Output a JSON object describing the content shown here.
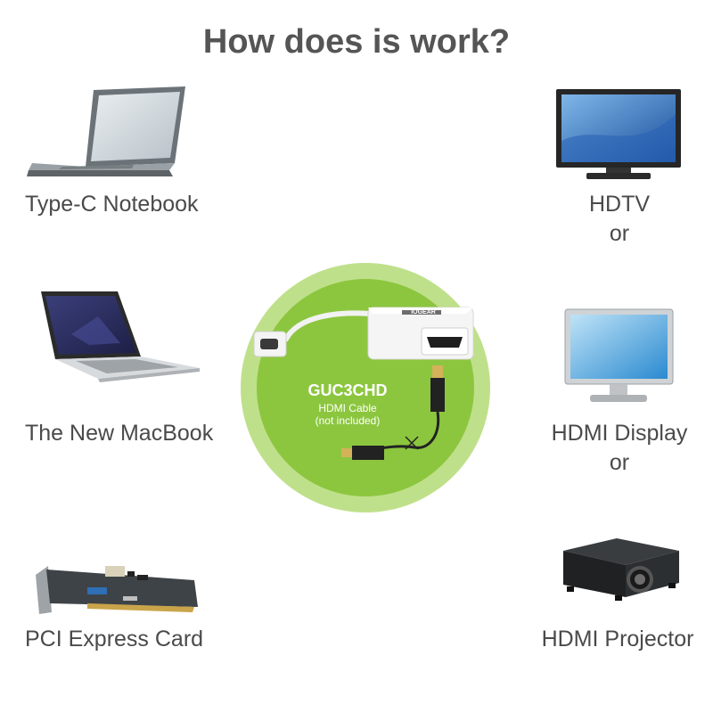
{
  "title": "How does is work?",
  "left_devices": [
    {
      "label": "Type-C Notebook",
      "icon": "laptop-icon"
    },
    {
      "label": "The New MacBook",
      "icon": "macbook-icon"
    },
    {
      "label": "PCI Express Card",
      "icon": "pci-card-icon"
    }
  ],
  "right_devices": [
    {
      "label": "HDTV",
      "suffix": "or",
      "icon": "tv-icon"
    },
    {
      "label": "HDMI Display",
      "suffix": "or",
      "icon": "monitor-icon"
    },
    {
      "label": "HDMI Projector",
      "icon": "projector-icon"
    }
  ],
  "center": {
    "model": "GUC3CHD",
    "cable_line1": "HDMI Cable",
    "cable_line2": "(not included)",
    "adapter_brand": "IOGEAR",
    "icon": "adapter-icon"
  },
  "colors": {
    "outer_ring": "#bfe08a",
    "inner_circle": "#8cc63f",
    "title": "#555555"
  }
}
